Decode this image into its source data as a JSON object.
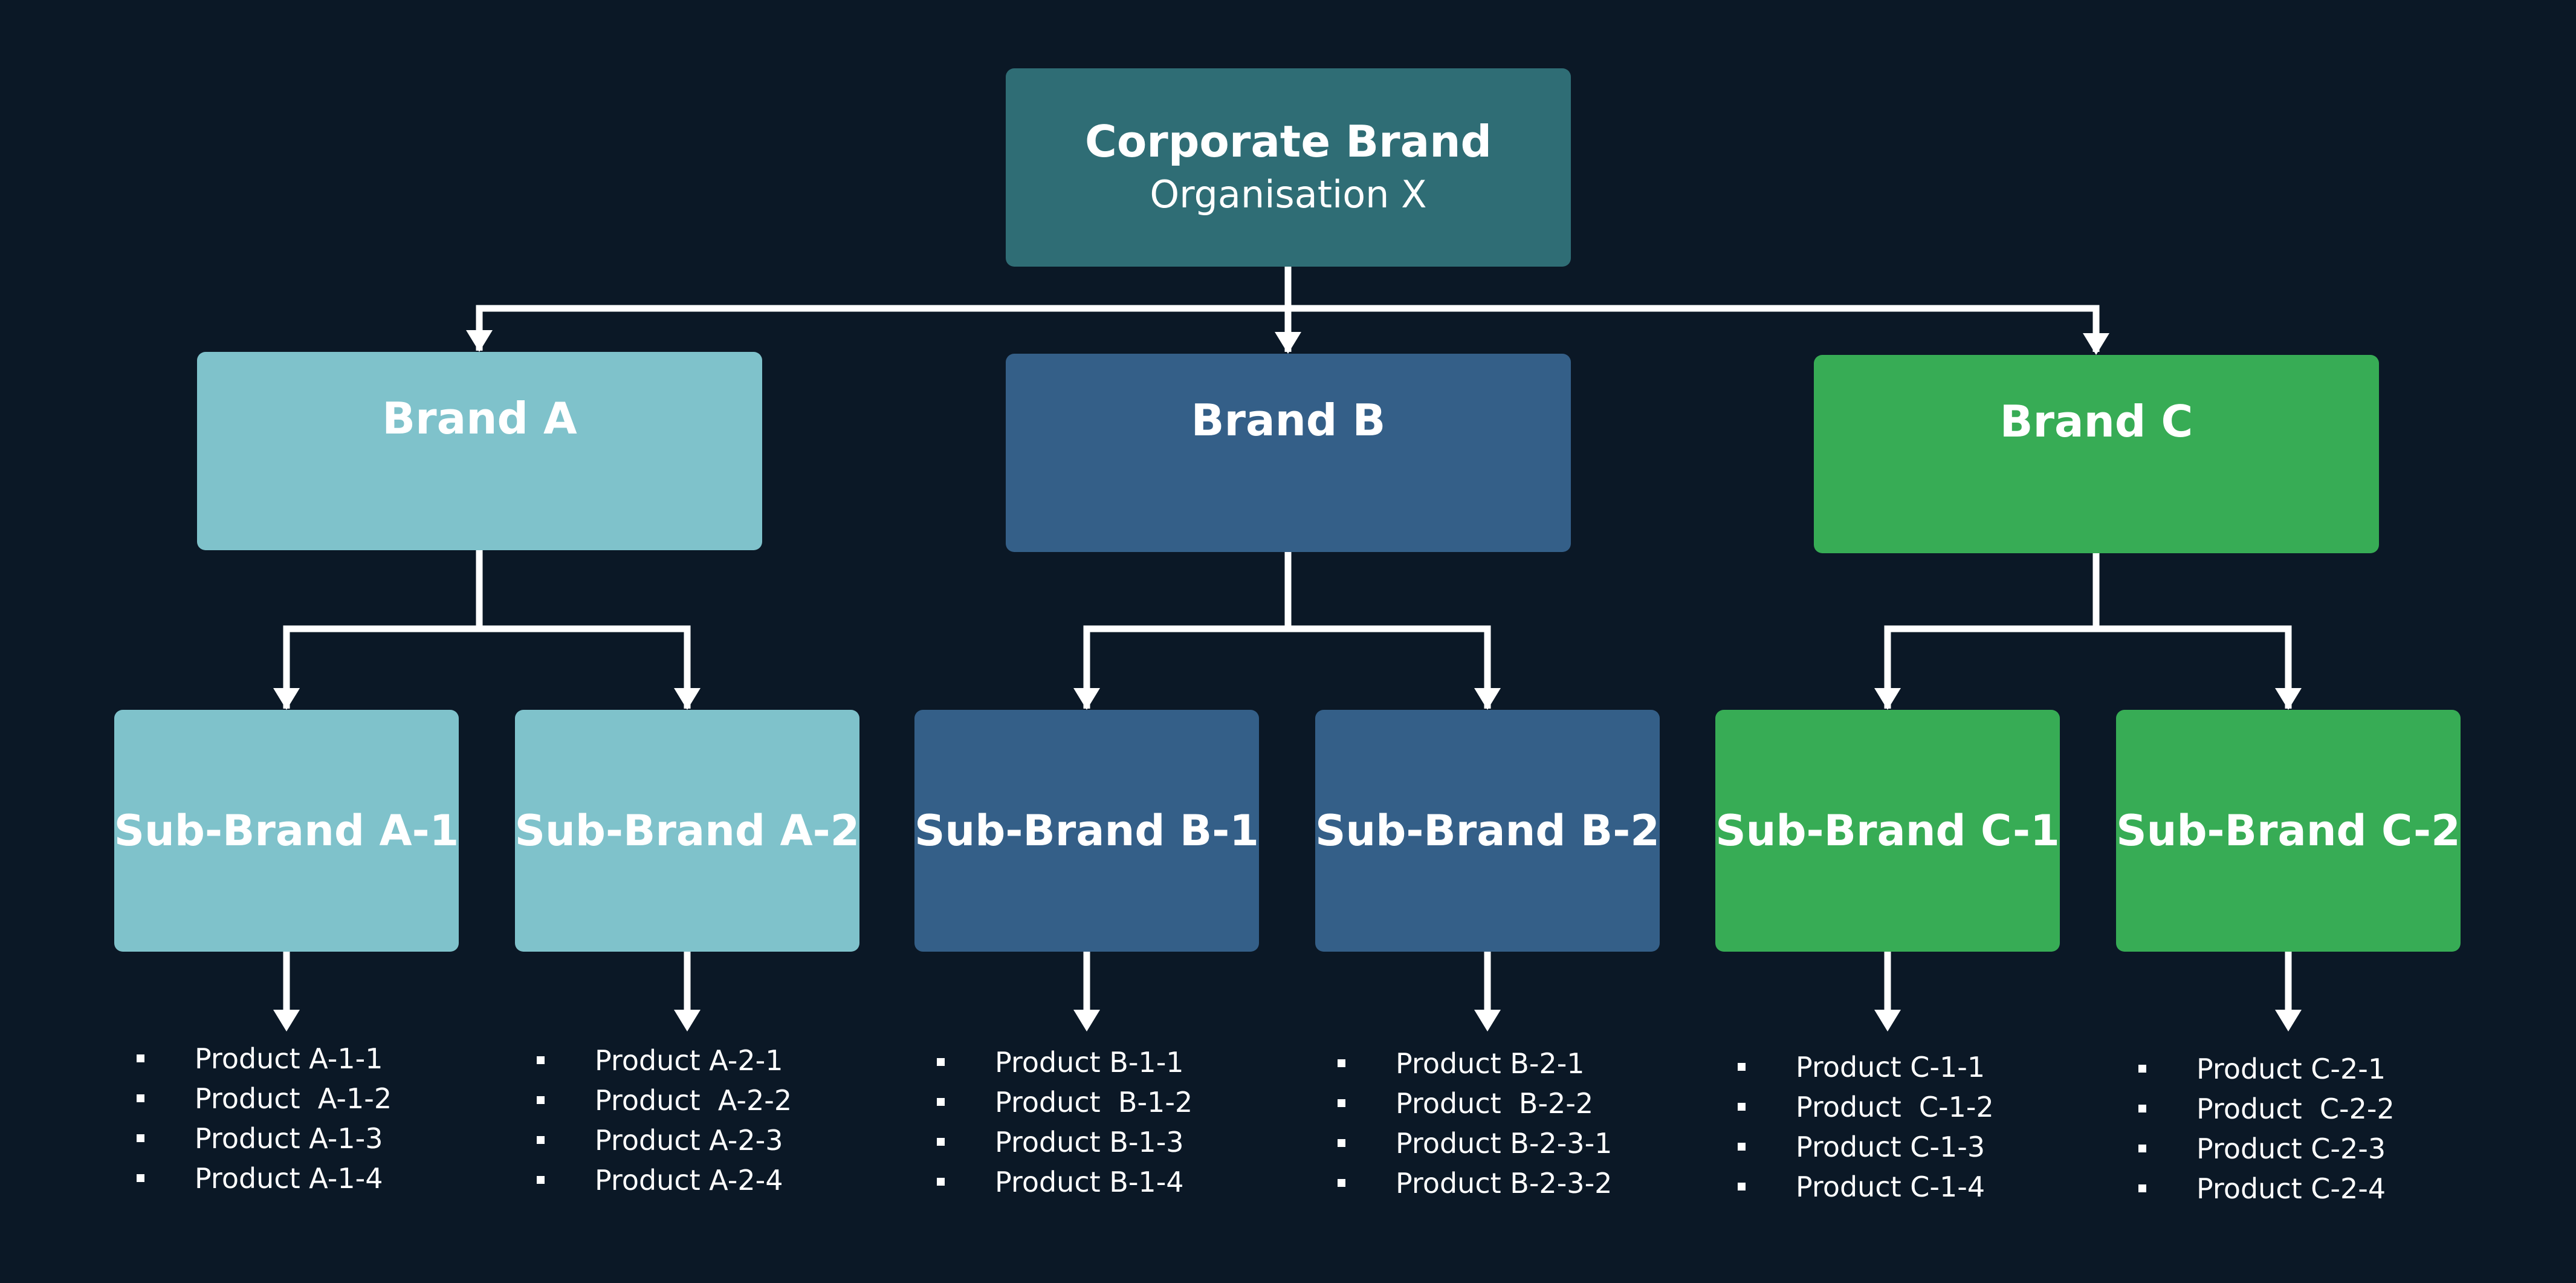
{
  "colors": {
    "background": "#0b1826",
    "root": "#2f6d75",
    "brand_a": "#7fc2cb",
    "brand_b": "#345f88",
    "brand_c": "#37ac55",
    "connector": "#ffffff"
  },
  "root": {
    "title": "Corporate Brand",
    "subtitle": "Organisation X"
  },
  "brands": [
    {
      "title": "Brand A",
      "subs": [
        {
          "title": "Sub-Brand A-1",
          "products": [
            "Product A-1-1",
            "Product  A-1-2",
            "Product A-1-3",
            "Product A-1-4"
          ]
        },
        {
          "title": "Sub-Brand A-2",
          "products": [
            "Product A-2-1",
            "Product  A-2-2",
            "Product A-2-3",
            "Product A-2-4"
          ]
        }
      ]
    },
    {
      "title": "Brand B",
      "subs": [
        {
          "title": "Sub-Brand B-1",
          "products": [
            "Product B-1-1",
            "Product  B-1-2",
            "Product B-1-3",
            "Product B-1-4"
          ]
        },
        {
          "title": "Sub-Brand B-2",
          "products": [
            "Product B-2-1",
            "Product  B-2-2",
            "Product B-2-3-1",
            "Product B-2-3-2"
          ]
        }
      ]
    },
    {
      "title": "Brand C",
      "subs": [
        {
          "title": "Sub-Brand C-1",
          "products": [
            "Product C-1-1",
            "Product  C-1-2",
            "Product C-1-3",
            "Product C-1-4"
          ]
        },
        {
          "title": "Sub-Brand C-2",
          "products": [
            "Product C-2-1",
            "Product  C-2-2",
            "Product C-2-3",
            "Product C-2-4"
          ]
        }
      ]
    }
  ]
}
